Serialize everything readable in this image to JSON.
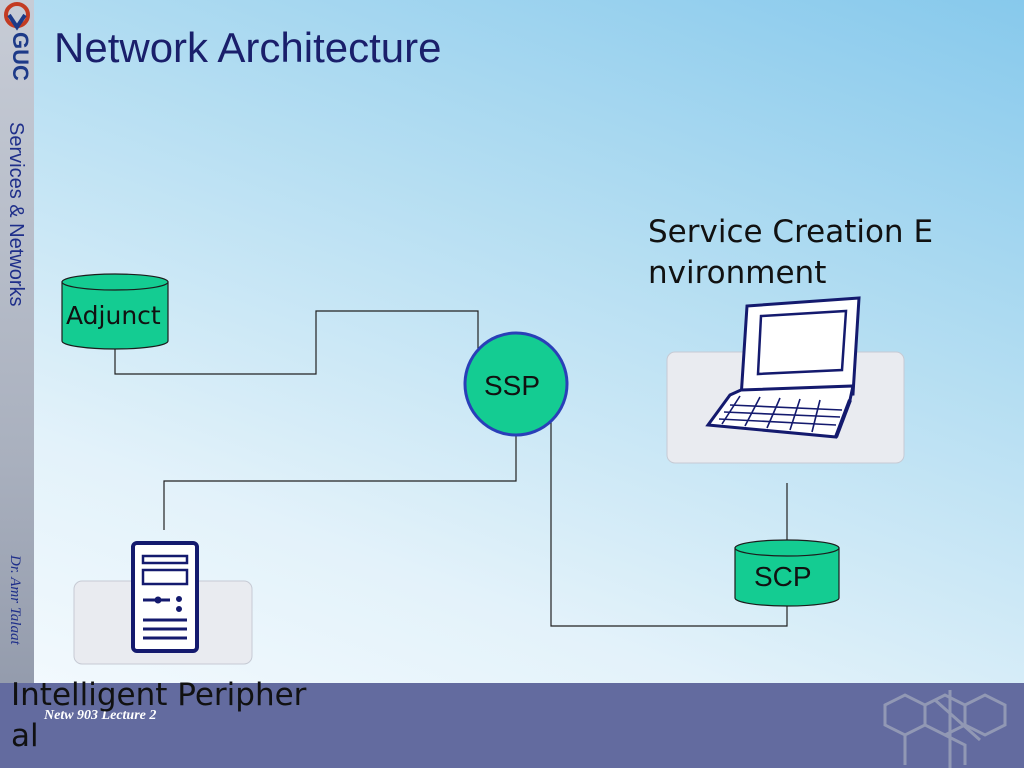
{
  "slide": {
    "title": "Network Architecture",
    "sidebar_logo": "GUC",
    "sidebar_title": "Services & Networks",
    "sidebar_author": "Dr. Amr Talaat",
    "footer_text": "Netw 903 Lecture 2"
  },
  "diagram": {
    "nodes": {
      "adjunct": "Adjunct",
      "ssp": "SSP",
      "scp": "SCP",
      "sce_label_line1": "Service Creation E",
      "sce_label_line2": "nvironment",
      "ip_label_line1": "Intelligent Peripher",
      "ip_label_line2": "al"
    },
    "colors": {
      "node_fill": "#14cc92",
      "ssp_border": "#2a3fb8",
      "title": "#1a1f6b",
      "footer": "#636b9f",
      "icon_navy": "#141a6e"
    },
    "icons": [
      "guc-logo-icon",
      "laptop-icon",
      "server-tower-icon",
      "network-structure-icon"
    ]
  }
}
